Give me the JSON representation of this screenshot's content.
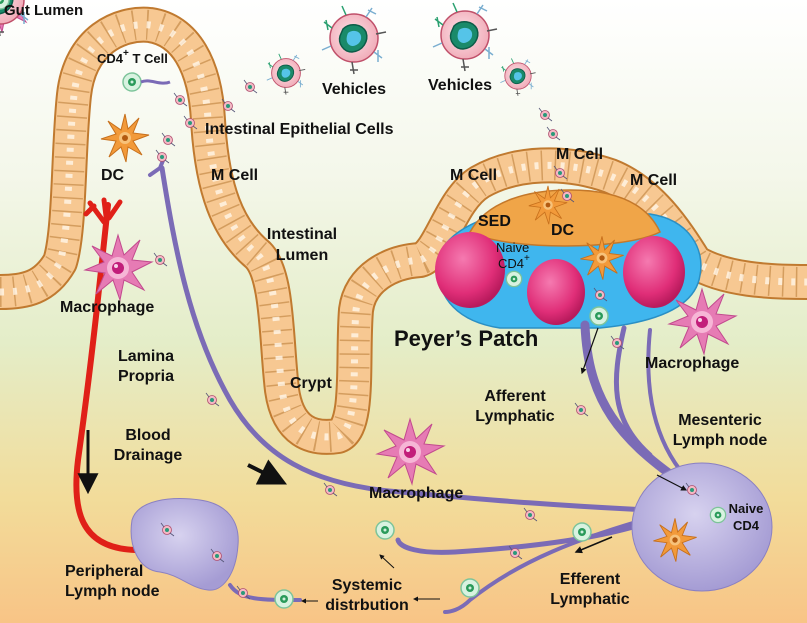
{
  "colors": {
    "background_top": "#ffffff",
    "background_mid": "#e5eecc",
    "background_bottom": "#f8c88a",
    "epithelium": "#f6c48a",
    "epithelium_outline": "#c07a30",
    "lymphatic_vessel": "#7b6bb6",
    "blood_vessel": "#e02018",
    "lymph_node": "#b5aedc",
    "peyers_patch_zone": "#3fb6ee",
    "sed_dome": "#f0a548",
    "follicle": "#e0317a",
    "macrophage": "#e878b0",
    "dendritic_cell": "#f29a3a"
  },
  "labels": {
    "gut_lumen": "Gut Lumen",
    "cd4_t_cell_prefix": "CD4",
    "cd4_t_cell_sup": "+",
    "cd4_t_cell_suffix": " T Cell",
    "vehicles": "Vehicles",
    "intestinal_epithelial_cells": "Intestinal Epithelial Cells",
    "dc": "DC",
    "m_cell": "M Cell",
    "intestinal_lumen_line1": "Intestinal",
    "intestinal_lumen_line2": "Lumen",
    "sed": "SED",
    "naive_line1": "Naive",
    "naive_cd4": "CD4",
    "naive_sup": "+",
    "macrophage": "Macrophage",
    "peyers_patch": "Peyer’s Patch",
    "lamina_line1": "Lamina",
    "lamina_line2": "Propria",
    "crypt": "Crypt",
    "afferent_line1": "Afferent",
    "afferent_line2": "Lymphatic",
    "mesenteric_line1": "Mesenteric",
    "mesenteric_line2": "Lymph node",
    "blood_line1": "Blood",
    "blood_line2": "Drainage",
    "naive_node_line1": "Naive",
    "naive_node_line2": "CD4",
    "peripheral_line1": "Peripheral",
    "peripheral_line2": "Lymph node",
    "systemic_line1": "Systemic",
    "systemic_line2": "distrbution",
    "efferent_line1": "Efferent",
    "efferent_line2": "Lymphatic"
  }
}
